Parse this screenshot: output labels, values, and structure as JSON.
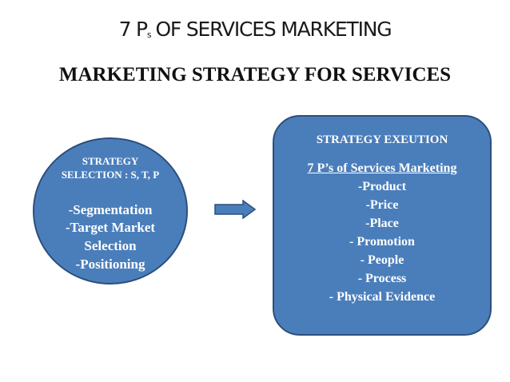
{
  "title": {
    "prefix": "7 P",
    "subscript": "s",
    "rest": "OF SERVICES MARKETING"
  },
  "subtitle": "MARKETING STRATEGY FOR SERVICES",
  "strategy_selection": {
    "heading_line1": "STRATEGY",
    "heading_line2": "SELECTION : S, T, P",
    "items": [
      "-Segmentation",
      "-Target Market",
      "Selection",
      "-Positioning"
    ]
  },
  "strategy_execution": {
    "heading": "STRATEGY EXEUTION",
    "subheading": "7 P’s of Services Marketing",
    "items": [
      "-Product",
      "-Price",
      "-Place",
      "- Promotion",
      "- People",
      "- Process",
      "- Physical Evidence"
    ]
  },
  "colors": {
    "shape_fill": "#4a7ebb",
    "shape_border": "#2c4f7c",
    "shape_text": "#ffffff",
    "title_text": "#1a1a1a"
  },
  "icons": {
    "connector": "right-arrow-icon"
  }
}
